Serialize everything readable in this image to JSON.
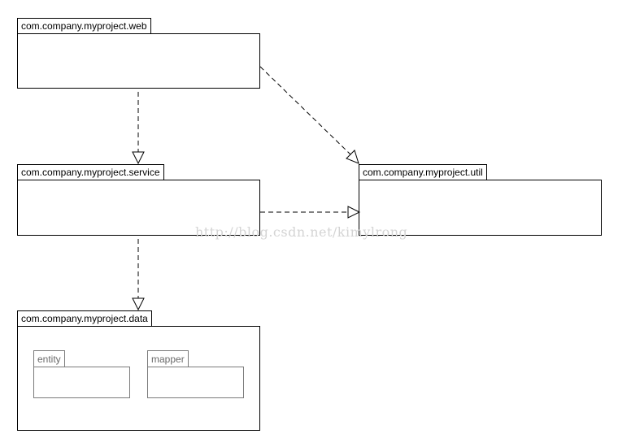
{
  "packages": {
    "web": {
      "name": "com.company.myproject.web"
    },
    "service": {
      "name": "com.company.myproject.service"
    },
    "util": {
      "name": "com.company.myproject.util"
    },
    "data": {
      "name": "com.company.myproject.data",
      "subpackages": [
        {
          "name": "entity"
        },
        {
          "name": "mapper"
        }
      ]
    }
  },
  "dependencies": [
    {
      "from": "web",
      "to": "service",
      "style": "dashed",
      "arrow": "hollow-triangle"
    },
    {
      "from": "web",
      "to": "util",
      "style": "dashed",
      "arrow": "hollow-triangle"
    },
    {
      "from": "service",
      "to": "util",
      "style": "dashed",
      "arrow": "hollow-triangle"
    },
    {
      "from": "service",
      "to": "data",
      "style": "dashed",
      "arrow": "hollow-triangle"
    }
  ],
  "watermark": "http://blog.csdn.net/kimylrong"
}
